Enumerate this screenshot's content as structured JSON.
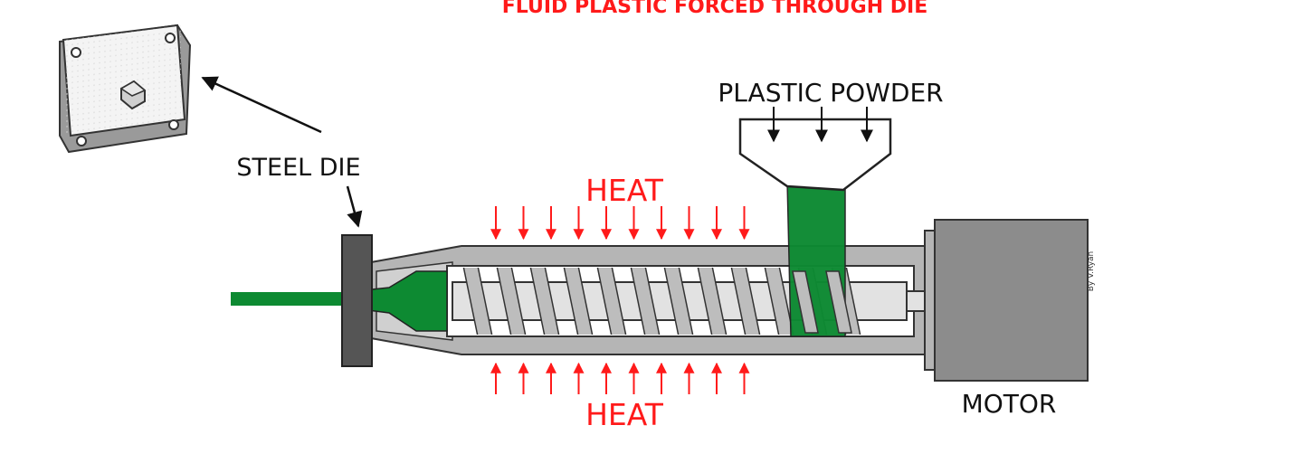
{
  "diagram": {
    "title": "FLUID PLASTIC FORCED THROUGH DIE",
    "labels": {
      "steel_die": "STEEL DIE",
      "plastic_powder": "PLASTIC POWDER",
      "heat_top": "HEAT",
      "heat_bottom": "HEAT",
      "motor": "MOTOR",
      "credit": "By V.Ryan"
    },
    "colors": {
      "title": "#ff1a1a",
      "heat": "#ff1a1a",
      "plastic": "#0d8a32",
      "barrel": "#b5b5b5",
      "die": "#555555",
      "motor": "#8c8c8c",
      "screw": "#c9c9c9",
      "text": "#111111"
    },
    "counts": {
      "heat_arrows_per_side": 10,
      "hopper_arrows": 3,
      "screw_flights": 12
    }
  }
}
